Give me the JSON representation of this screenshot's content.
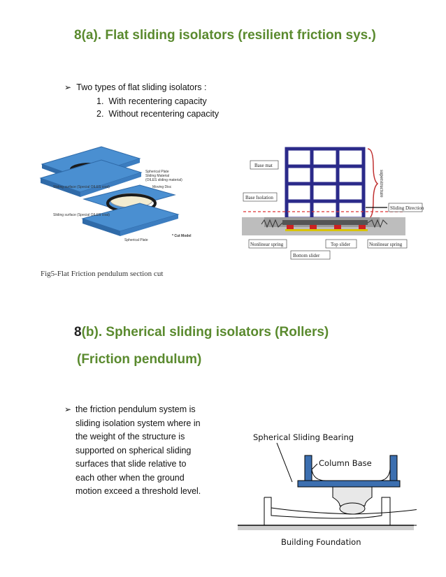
{
  "section_a": {
    "title": "8(a). Flat sliding isolators (resilient friction sys.)",
    "bullet": "Two types of flat sliding isolators :",
    "items": [
      "With recentering capacity",
      "Without recentering capacity"
    ],
    "figure_labels": {
      "spherical_plate_top": "Spherical Plate",
      "sliding_material": "Sliding Material",
      "oiles_sliding": "(OILES sliding material)",
      "moving_disc": "Moving Disc",
      "sliding_surface_1": "Sliding surface (Special OILES coat)",
      "sliding_surface_2": "Sliding surface (Special OILES coat)",
      "spherical_plate_bottom": "Spherical Plate",
      "cut_model": "* Cut Model"
    },
    "caption": "Fig5-Flat Friction pendulum section cut",
    "frame_labels": {
      "base_mat": "Base mat",
      "base_isolation": "Base Isolation",
      "superstructure": "superstructure",
      "sliding_direction": "Sliding Direction",
      "nonlinear_spring_left": "Nonlinear spring",
      "top_slider": "Top slider",
      "nonlinear_spring_right": "Nonlinear spring",
      "bottom_slider": "Bottom slider"
    }
  },
  "section_b": {
    "title_prefix": "8",
    "title_rest": "(b). Spherical sliding isolators (Rollers)",
    "subtitle": "(Friction pendulum)",
    "bullet_lines": [
      "the friction pendulum system is",
      "sliding isolation system where in",
      "the weight of the structure is",
      "supported on spherical sliding",
      "surfaces that slide relative to",
      "each other when the ground",
      "motion exceed a threshold level."
    ],
    "diagram_labels": {
      "bearing": "Spherical Sliding Bearing",
      "column_base": "Column Base",
      "foundation": "Building Foundation"
    }
  },
  "colors": {
    "heading": "#5a8a2e",
    "frame": "#2b2a8a",
    "plate": "#4a8fd1"
  }
}
